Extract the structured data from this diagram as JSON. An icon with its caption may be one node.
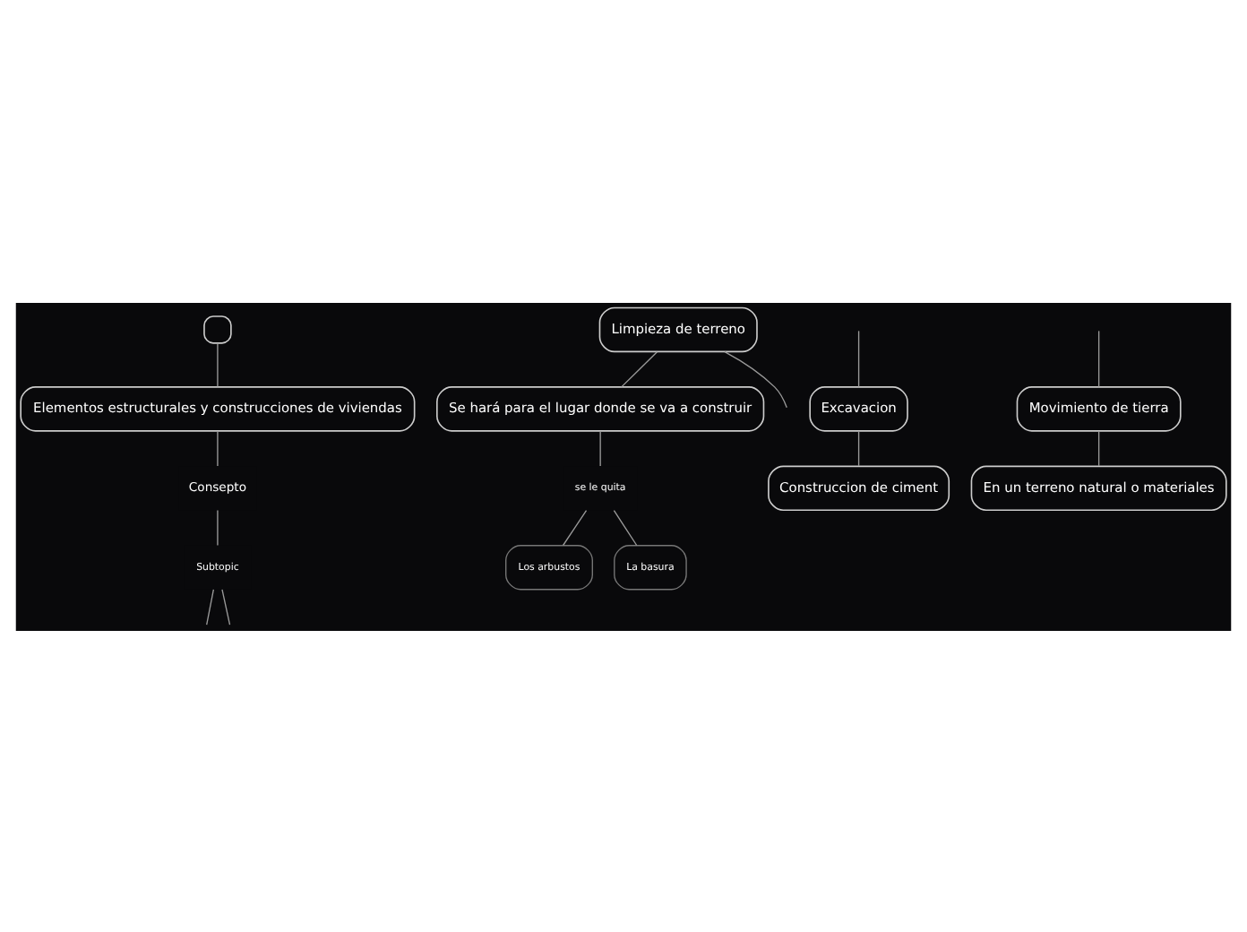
{
  "diagram": {
    "nodes": [
      {
        "text": [],
        "shape": "box"
      },
      {
        "text": [
          "Elementos estructurales y construcciones de viviendas"
        ]
      },
      {
        "text": [
          "Consepto"
        ]
      },
      {
        "text": [
          "Subtopic"
        ]
      },
      {
        "text": [
          "Se hará para el lugar donde se va a construir"
        ]
      },
      {
        "text": [
          "se le quita"
        ]
      },
      {
        "text": [
          "Los arbustos"
        ]
      },
      {
        "text": [
          "La basura"
        ]
      },
      {
        "text": [
          "Limpieza de terreno"
        ]
      },
      {
        "text": [
          "Excavacion"
        ]
      },
      {
        "text": [
          "Construccion de ciment"
        ]
      },
      {
        "text": [
          "Movimiento de tierra"
        ]
      },
      {
        "text": [
          "En un terreno natural o materiales"
        ]
      }
    ],
    "edges": [
      {
        "from": 0,
        "to": 1,
        "arrow": "none"
      },
      {
        "from": 1,
        "to": 2,
        "arrow": "none"
      },
      {
        "from": 2,
        "to": 3,
        "arrow": "none"
      },
      {
        "from": 3,
        "to": null,
        "arrow": "none"
      },
      {
        "from": 3,
        "to": null,
        "arrow": "none"
      },
      {
        "from": 8,
        "to": 4,
        "arrow": "none"
      },
      {
        "from": 4,
        "to": 5,
        "arrow": "none"
      },
      {
        "from": 5,
        "to": 6,
        "arrow": "none"
      },
      {
        "from": 5,
        "to": 7,
        "arrow": "none"
      },
      {
        "from": 8,
        "to": null,
        "arrow": "none"
      },
      {
        "from": null,
        "to": 9,
        "arrow": "none"
      },
      {
        "from": null,
        "to": 11,
        "arrow": "none"
      },
      {
        "from": 9,
        "to": 10,
        "arrow": "none"
      },
      {
        "from": 11,
        "to": 12,
        "arrow": "none"
      }
    ]
  }
}
